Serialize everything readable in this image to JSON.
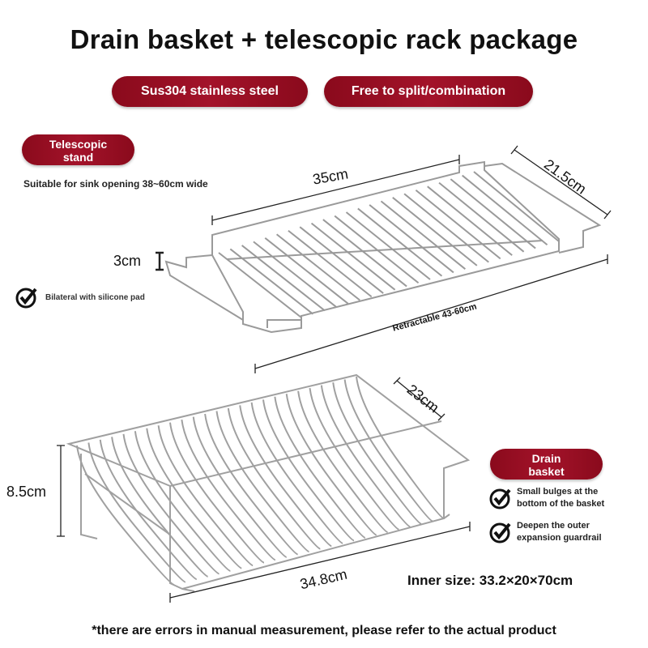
{
  "title": "Drain basket + telescopic rack package",
  "badges": {
    "material": "Sus304 stainless steel",
    "combination": "Free to split/combination"
  },
  "telescopic_stand": {
    "label_line1": "Telescopic",
    "label_line2": "stand",
    "suitable": "Suitable for sink opening 38~60cm wide",
    "feature": "Bilateral with silicone pad",
    "dims": {
      "length": "35cm",
      "width": "21.5cm",
      "height": "3cm",
      "retractable": "Retractable 43-60cm"
    }
  },
  "drain_basket": {
    "label_line1": "Drain",
    "label_line2": "basket",
    "features": [
      {
        "line1": "Small bulges at the",
        "line2": "bottom of the basket"
      },
      {
        "line1": "Deepen the outer",
        "line2": "expansion guardrail"
      }
    ],
    "dims": {
      "width": "23cm",
      "height": "8.5cm",
      "length": "34.8cm"
    },
    "inner_size": "Inner size: 33.2×20×70cm"
  },
  "footnote": "*there are errors in manual measurement, please refer to the actual product",
  "colors": {
    "accent": "#99102a",
    "steel": "#9a9a9a"
  }
}
